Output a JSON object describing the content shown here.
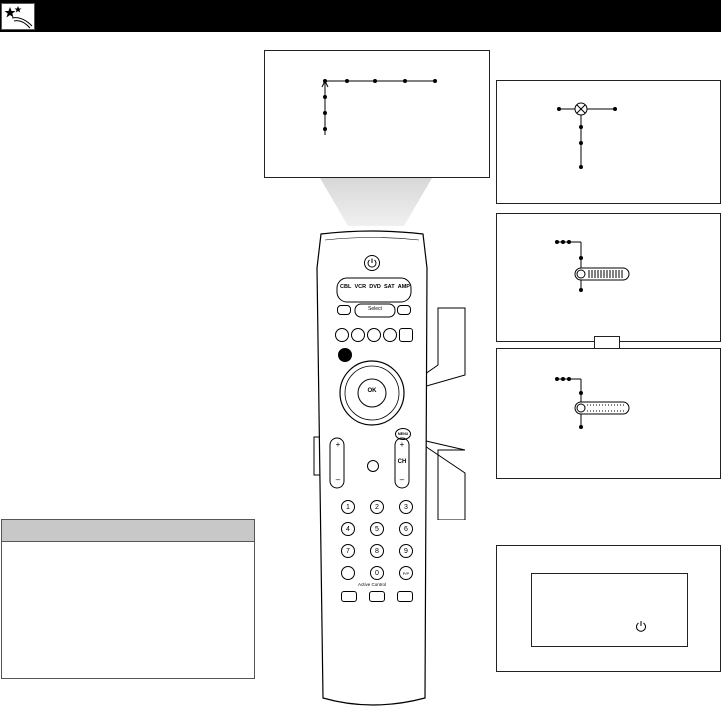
{
  "header": {
    "icon": "stars-wand-icon"
  },
  "remote": {
    "sources": [
      "CBL",
      "VCR",
      "DVD",
      "SAT",
      "AMP"
    ],
    "select_label": "Select",
    "ok_label": "OK",
    "menu_label": "MENU",
    "ch_label": "CH",
    "plus": "+",
    "minus": "–",
    "digits": [
      "1",
      "2",
      "3",
      "4",
      "5",
      "6",
      "7",
      "8",
      "9",
      "0"
    ],
    "pip_label": "P/P",
    "active_control_label": "Active Control"
  }
}
